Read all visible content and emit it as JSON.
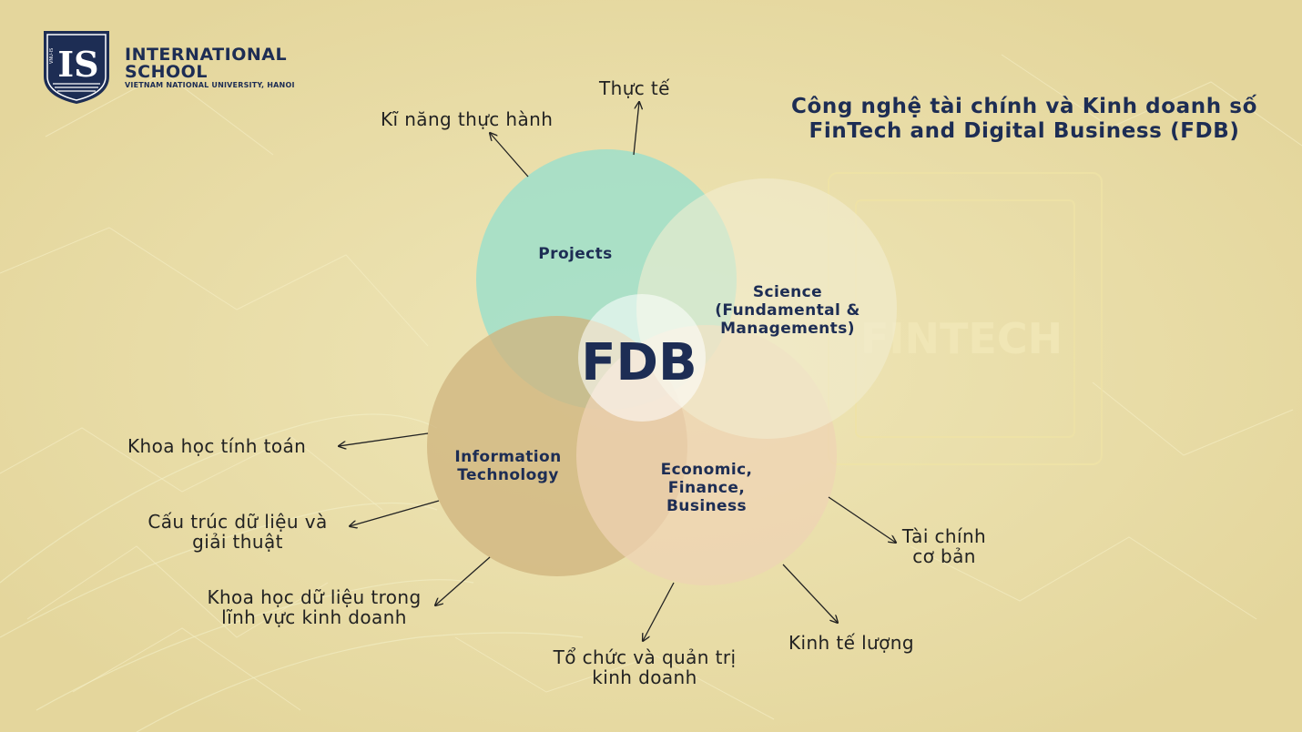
{
  "logo": {
    "line1": "INTERNATIONAL",
    "line2": "SCHOOL",
    "line3": "VIETNAM NATIONAL UNIVERSITY, HANOI",
    "emblem": "IS",
    "emblem_side": "VNU-IS"
  },
  "title": {
    "line1": "Công nghệ tài chính và Kinh doanh số",
    "line2": "FinTech and Digital Business (FDB)"
  },
  "watermark": "FINTECH",
  "center_label": "FDB",
  "circles": {
    "projects": {
      "label": "Projects",
      "color": "#9fdfca"
    },
    "science": {
      "line1": "Science",
      "line2": "(Fundamental &",
      "line3": "Managements)",
      "color": "#f2ecd0"
    },
    "it": {
      "line1": "Information",
      "line2": "Technology",
      "color": "#cfb57f"
    },
    "economic": {
      "line1": "Economic,",
      "line2": "Finance,",
      "line3": "Business",
      "color": "#efd3b4"
    }
  },
  "outer_labels": {
    "thuc_te": "Thực tế",
    "ki_nang": "Kĩ năng thực hành",
    "khoa_hoc_tinh_toan": "Khoa học tính toán",
    "cau_truc_1": "Cấu trúc dữ liệu và",
    "cau_truc_2": "giải thuật",
    "khdl_1": "Khoa học dữ liệu trong",
    "khdl_2": "lĩnh vực kinh doanh",
    "to_chuc_1": "Tổ chức và quản trị",
    "to_chuc_2": "kinh doanh",
    "kinh_te_luong": "Kinh tế lượng",
    "tai_chinh_1": "Tài chính",
    "tai_chinh_2": "cơ bản"
  }
}
